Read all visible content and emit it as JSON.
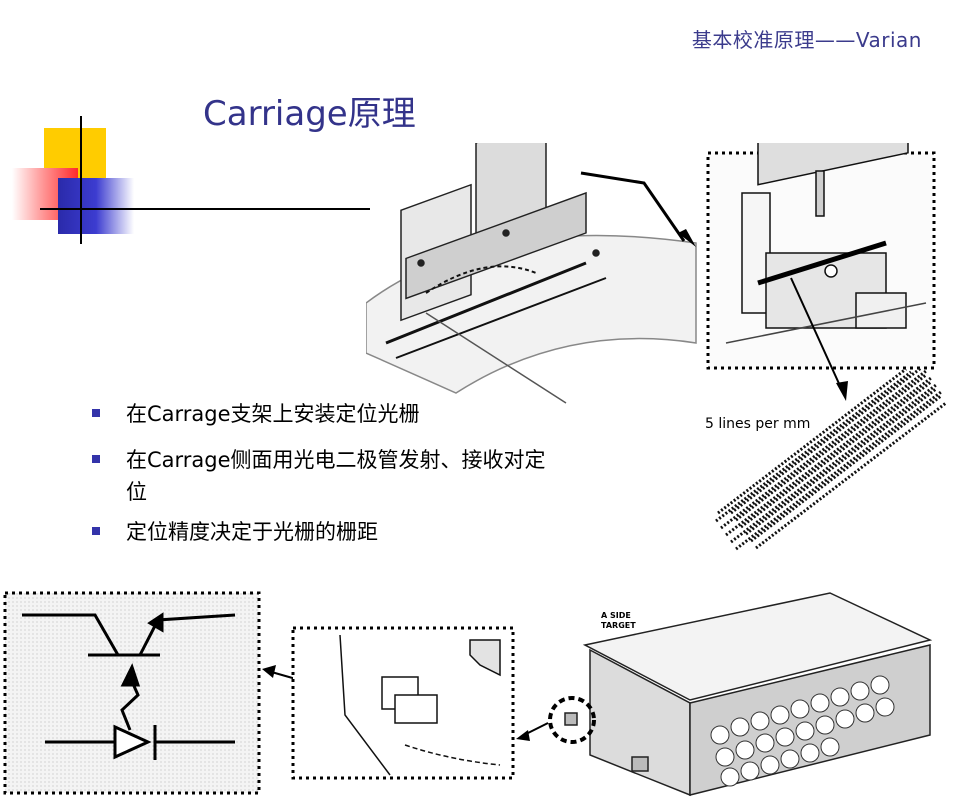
{
  "header": {
    "title": "基本校准原理——Varian"
  },
  "slide": {
    "title": "Carriage原理"
  },
  "bullets": [
    {
      "text": "在Carrage支架上安装定位光栅"
    },
    {
      "text": "在Carrage侧面用光电二极管发射、接收对定位"
    },
    {
      "text": "定位精度决定于光栅的栅距"
    }
  ],
  "figures": {
    "grating_label": "5 lines per mm",
    "target_label": "A SIDE TARGET"
  },
  "colors": {
    "accent": "#33338a",
    "bullet": "#3333aa",
    "deco_yellow": "#ffcc00",
    "deco_red": "#ff2a2a",
    "deco_blue": "#2a2aaa"
  }
}
